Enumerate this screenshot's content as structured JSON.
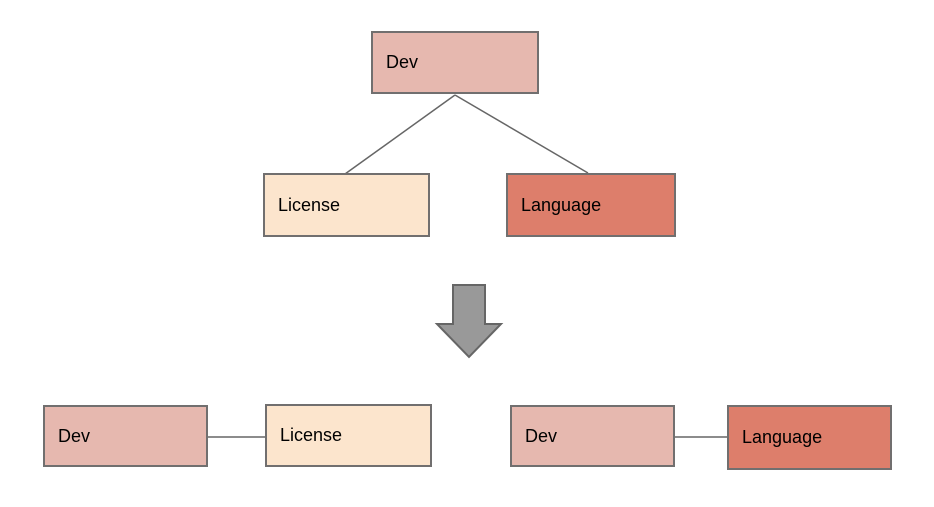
{
  "diagram": {
    "top_tree": {
      "root_label": "Dev",
      "children": [
        {
          "label": "License"
        },
        {
          "label": "Language"
        }
      ]
    },
    "transform": {
      "arrow_icon": "down-block-arrow"
    },
    "bottom_pairs": [
      {
        "source_label": "Dev",
        "target_label": "License"
      },
      {
        "source_label": "Dev",
        "target_label": "Language"
      }
    ],
    "colors": {
      "background": "#ffffff",
      "dev_fill": "#e6b8af",
      "license_fill": "#fce5cd",
      "language_fill": "#dd7e6b",
      "border": "#716f6f",
      "connector": "#666666",
      "arrow_fill": "#999999",
      "arrow_stroke": "#666666"
    }
  }
}
